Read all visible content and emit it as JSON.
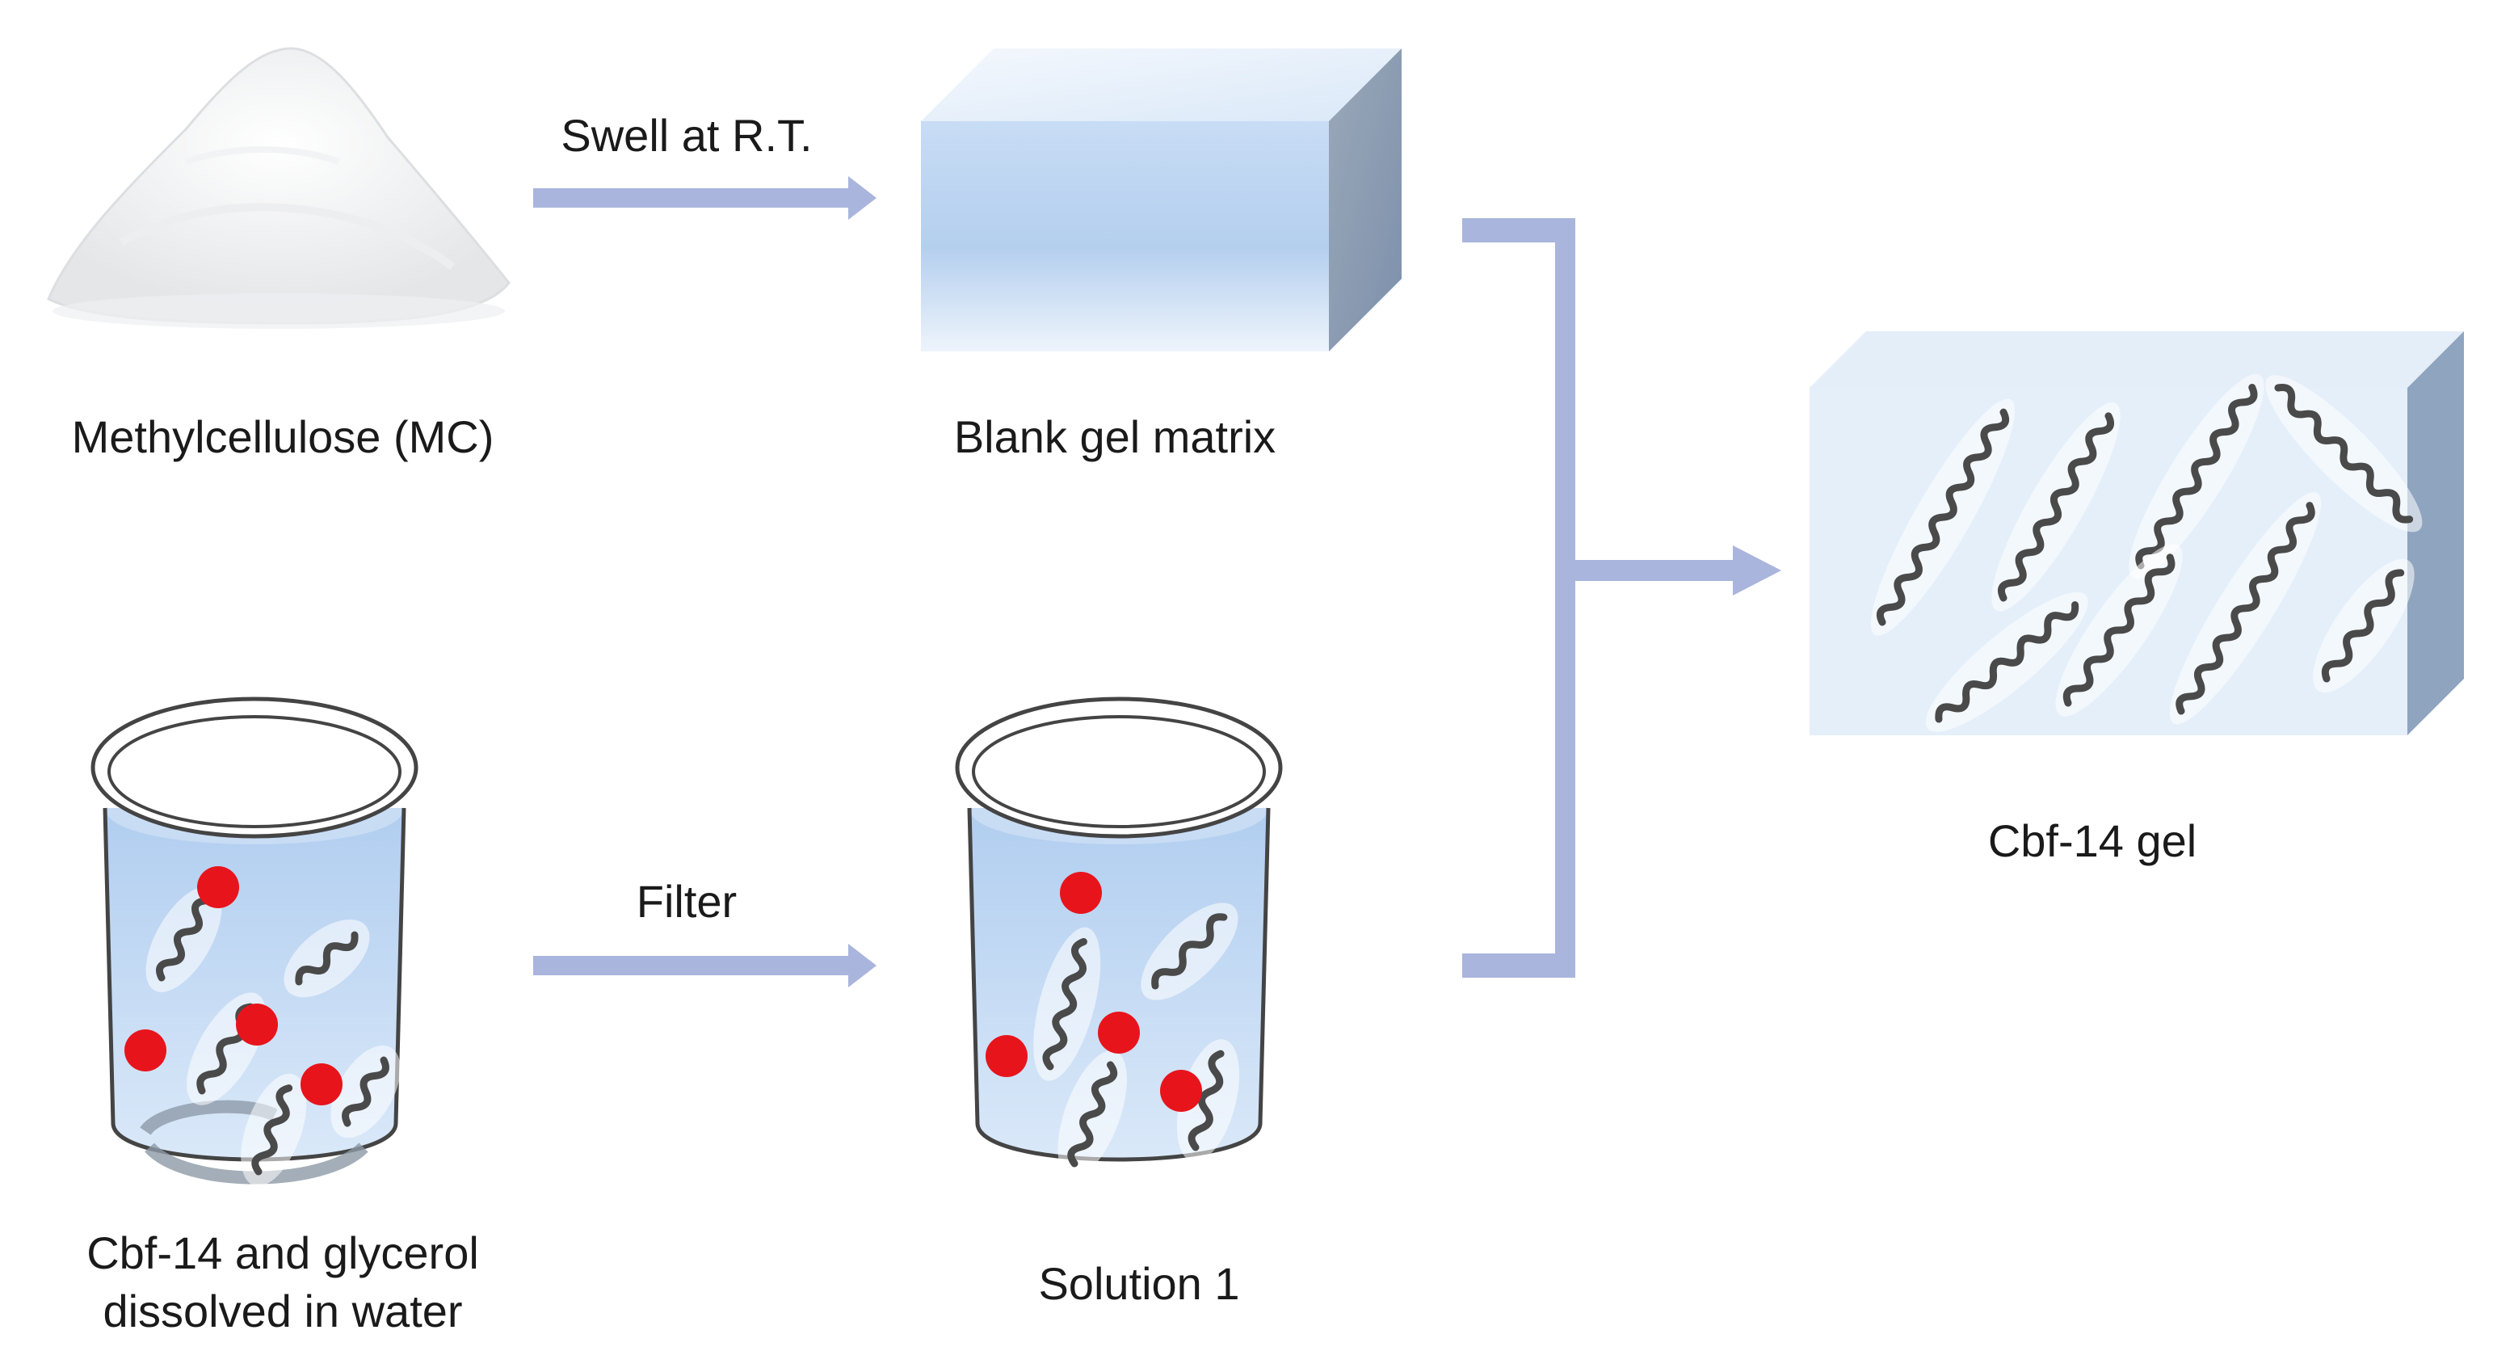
{
  "labels": {
    "mc": "Methylcellulose (MC)",
    "blank_gel": "Blank gel matrix",
    "swell": "Swell at R.T.",
    "filter": "Filter",
    "cbf_gel": "Cbf-14 gel",
    "solution1": "Solution 1",
    "cbf_glycerol_line1": "Cbf-14 and glycerol",
    "cbf_glycerol_line2": "dissolved in water"
  },
  "colors": {
    "arrow": "#a9b5dc",
    "red_dot": "#e8141c",
    "liquid": "#b9d2f0",
    "helix": "#4a4a4a"
  },
  "icons": {
    "powder": "powder-pile-icon",
    "block": "gel-block-icon",
    "beaker": "beaker-icon",
    "gel": "cbf-gel-block-icon"
  }
}
